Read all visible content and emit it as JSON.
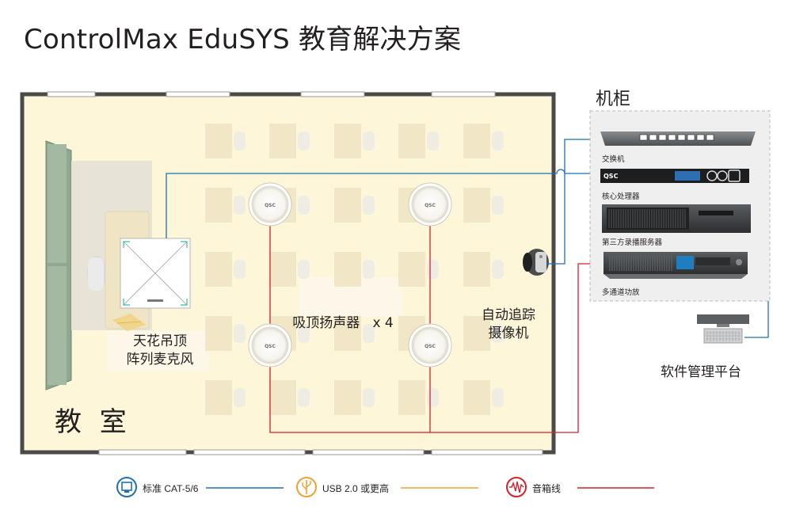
{
  "title": "ControlMax EduSYS 教育解决方案",
  "classroom": {
    "room_label": "教 室",
    "mic_label_line1": "天花吊顶",
    "mic_label_line2": "阵列麦克风",
    "speakers_label": "吸顶扬声器   x 4",
    "camera_label_line1": "自动追踪",
    "camera_label_line2": "摄像机",
    "speaker_logo": "QSC"
  },
  "rack": {
    "title": "机柜",
    "devices": [
      {
        "label": "交换机",
        "icon": "network-switch-icon"
      },
      {
        "label": "核心处理器",
        "icon": "core-processor-icon",
        "logo": "QSC"
      },
      {
        "label": "第三方录播服务器",
        "icon": "recording-server-icon"
      },
      {
        "label": "多通道功放",
        "icon": "multichannel-amplifier-icon"
      }
    ]
  },
  "software_label": "软件管理平台",
  "legend": [
    {
      "label": "标准 CAT-5/6",
      "icon": "ethernet-port-icon",
      "color": "#1f6fb5"
    },
    {
      "label": "USB 2.0 或更高",
      "icon": "usb-icon",
      "color": "#f0a030"
    },
    {
      "label": "音箱线",
      "icon": "speaker-wire-icon",
      "color": "#d7202a"
    }
  ],
  "colors": {
    "cat_cable": "#1f6fb5",
    "usb_cable": "#f0a030",
    "speaker_cable": "#d7202a",
    "room_floor": "#fdf6d9",
    "room_wall": "#555555"
  }
}
